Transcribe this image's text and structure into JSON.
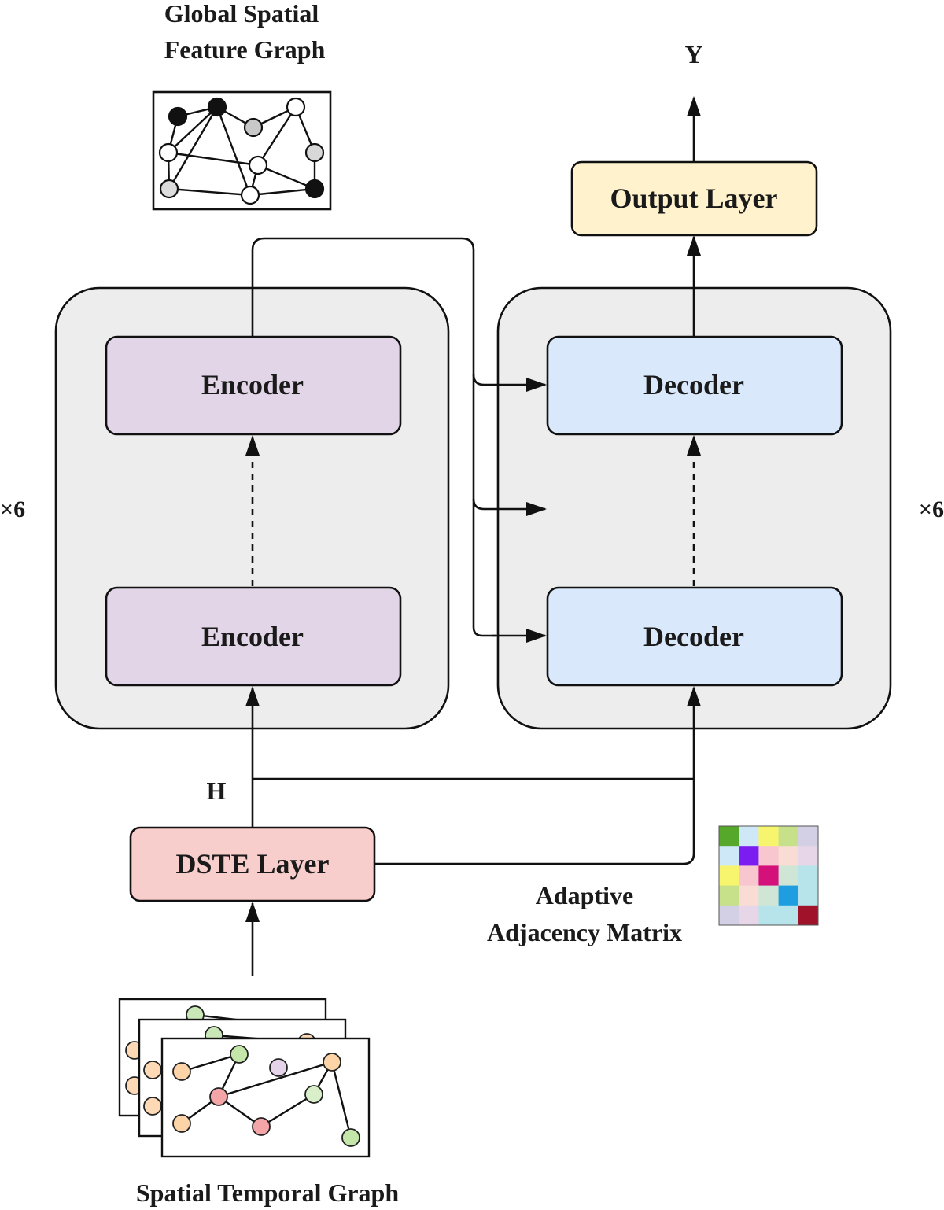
{
  "labels": {
    "global_graph_line1": "Global Spatial",
    "global_graph_line2": "Feature Graph",
    "output_symbol": "Y",
    "hidden_symbol": "H",
    "repeat_left": "×6",
    "repeat_right": "×6",
    "adaptive_line1": "Adaptive",
    "adaptive_line2": "Adjacency Matrix",
    "spatial_temporal_graph": "Spatial Temporal Graph"
  },
  "boxes": {
    "output_layer": "Output Layer",
    "encoder_top": "Encoder",
    "encoder_bottom": "Encoder",
    "decoder_top": "Decoder",
    "decoder_bottom": "Decoder",
    "dste_layer": "DSTE Layer"
  },
  "colors": {
    "encoder_fill": "#e1d5e7",
    "decoder_fill": "#dae8fc",
    "output_fill": "#fff2cc",
    "dste_fill": "#f8cecc",
    "stack_fill": "#ededed"
  },
  "adjacency_matrix": [
    [
      "#56a82a",
      "#cfe8f7",
      "#f7f56e",
      "#c7e08a",
      "#d3d0e6"
    ],
    [
      "#cfe8f7",
      "#7b1cf0",
      "#f7c6cf",
      "#f9ddd5",
      "#e7d6e7"
    ],
    [
      "#f7f56e",
      "#f7c6cf",
      "#d4107a",
      "#cfe6d6",
      "#b7e4ea"
    ],
    [
      "#c7e08a",
      "#f9ddd5",
      "#cfe6d6",
      "#1e9ee0",
      "#b7e4ea"
    ],
    [
      "#d3d0e6",
      "#e7d6e7",
      "#b7e4ea",
      "#b7e4ea",
      "#a0122a"
    ]
  ]
}
